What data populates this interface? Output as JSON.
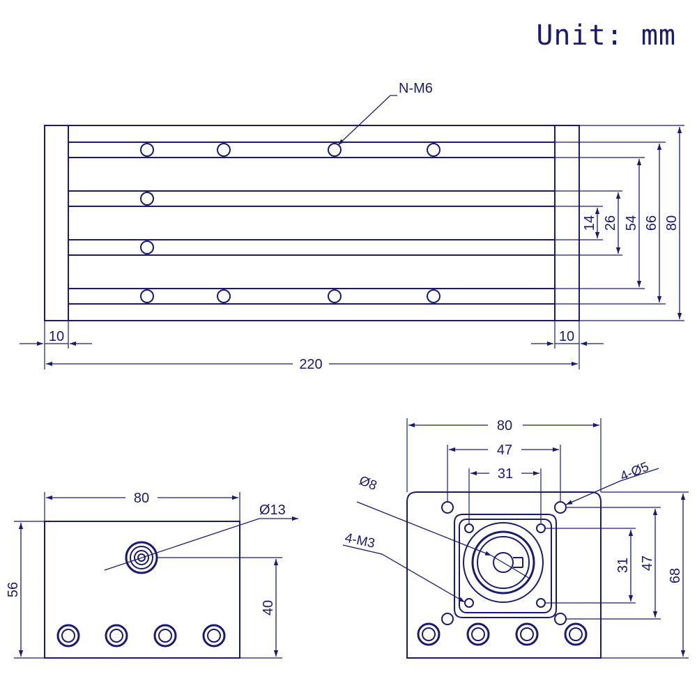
{
  "unit_label": "Unit: mm",
  "colors": {
    "ink": "#1a1a6e",
    "background": "#ffffff"
  },
  "top_view": {
    "hole_callout": "N-M6",
    "dims": {
      "length": "220",
      "end_left": "10",
      "end_right": "10",
      "slot_14": "14",
      "slot_26": "26",
      "slot_54": "54",
      "slot_66": "66",
      "height": "80"
    }
  },
  "end_view": {
    "dims": {
      "width": "80",
      "height": "56",
      "center": "40",
      "bore": "Ø13"
    }
  },
  "flange_view": {
    "dims": {
      "width": "80",
      "pattern_outer": "47",
      "pattern_inner": "31",
      "corner_holes": "4-Ø5",
      "shaft": "Ø8",
      "motor_holes": "4-M3",
      "v_inner": "31",
      "v_outer": "47",
      "height": "68"
    }
  }
}
